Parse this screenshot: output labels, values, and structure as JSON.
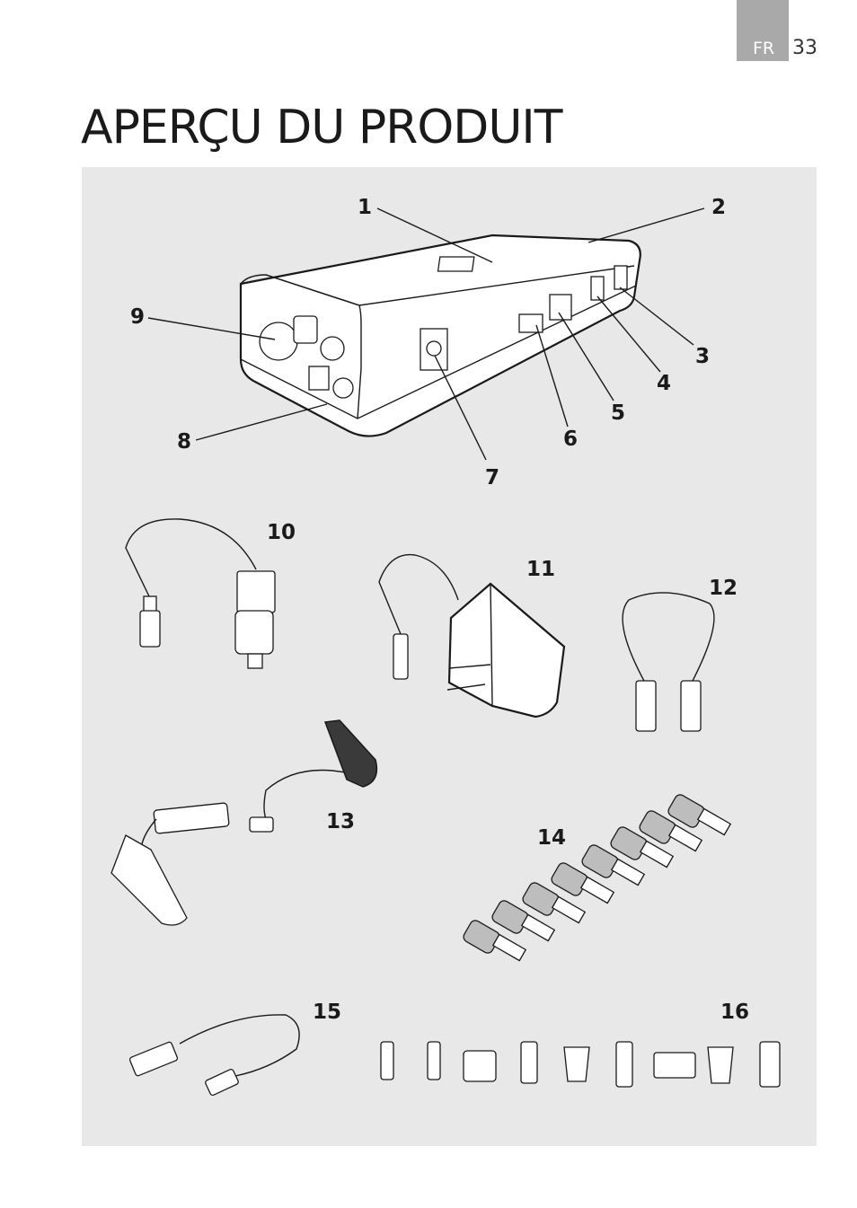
{
  "header": {
    "language": "FR",
    "page_number": "33",
    "title": "APERÇU DU PRODUIT"
  },
  "callouts": [
    "1",
    "2",
    "3",
    "4",
    "5",
    "6",
    "7",
    "8",
    "9",
    "10",
    "11",
    "12",
    "13",
    "14",
    "15",
    "16"
  ],
  "colors": {
    "panel_background": "#e8e8e8",
    "page_tab": "#a9a9a9",
    "ink": "#1a1a1a"
  }
}
